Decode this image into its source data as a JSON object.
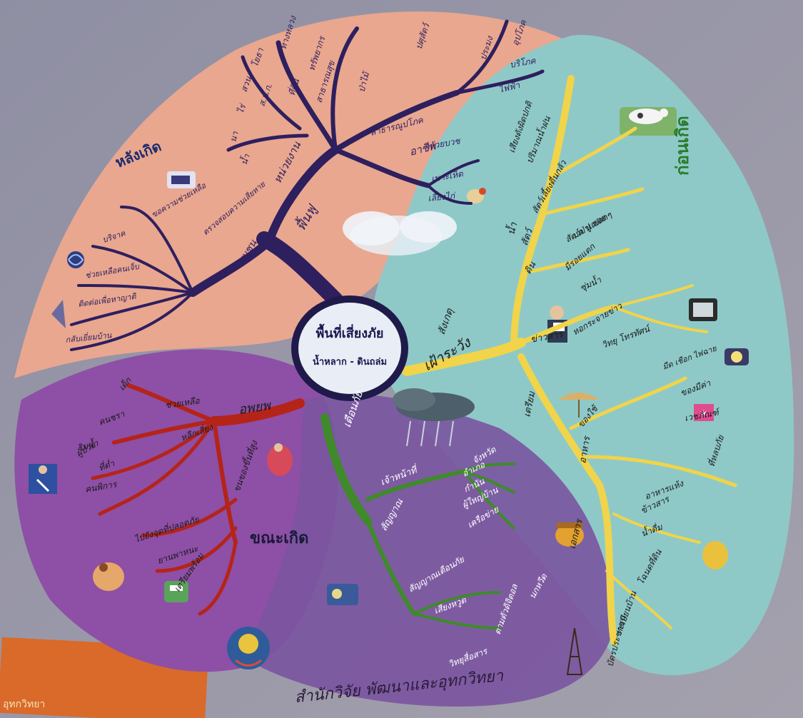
{
  "center": {
    "title": "พื้นที่เสี่ยงภัย",
    "subtitle": "น้ำหลาก - ดินถล่ม"
  },
  "quadrants": {
    "after": {
      "title": "หลังเกิด",
      "color": "#e9a78f",
      "branch_color": "#2e1f5e",
      "branches": [
        {
          "label": "ฟื้นฟู"
        },
        {
          "label": "หน่วยงาน"
        },
        {
          "label": "ชุมชน"
        },
        {
          "label": "อาชีพ"
        },
        {
          "label": "น้ำ"
        },
        {
          "label": "ไร่"
        },
        {
          "label": "นา"
        },
        {
          "label": "สวน"
        },
        {
          "label": "ส.ป.ก."
        },
        {
          "label": "ที่ดิน"
        },
        {
          "label": "ป่าไม้"
        },
        {
          "label": "ไฟฟ้า"
        },
        {
          "label": "บริโภค"
        },
        {
          "label": "อุปโภค"
        },
        {
          "label": "ประมง"
        },
        {
          "label": "ปศุสัตว์"
        },
        {
          "label": "โยธา"
        },
        {
          "label": "ทางหลวง"
        },
        {
          "label": "ทรัพยากร"
        },
        {
          "label": "สาธารณสุข"
        },
        {
          "label": "สาธารณูปโภค"
        },
        {
          "label": "กล้วยบวช"
        },
        {
          "label": "เพาะเห็ด"
        },
        {
          "label": "เลี้ยงไก่"
        },
        {
          "label": "ตรวจสอบความเสียหาย"
        },
        {
          "label": "ขอความช่วยเหลือ"
        },
        {
          "label": "บริจาค"
        },
        {
          "label": "ช่วยเหลือคนเจ็บ"
        },
        {
          "label": "ติดต่อเพื่อหาญาติ"
        },
        {
          "label": "กลับเยี่ยมบ้าน"
        }
      ]
    },
    "before": {
      "title": "ก่อนเกิด",
      "color": "#8ec9c8",
      "branch_color": "#f1d44a",
      "branches": [
        {
          "label": "เฝ้าระวัง"
        },
        {
          "label": "สังเกตุ"
        },
        {
          "label": "น้ำ"
        },
        {
          "label": "ปริมาณน้ำฝน"
        },
        {
          "label": "เสียงดังผิดปกติ"
        },
        {
          "label": "สัตว์"
        },
        {
          "label": "สัตว์เลี้ยงตื่นกลัว"
        },
        {
          "label": "มด ปู หอย"
        },
        {
          "label": "สัตว์ป่าแปลกๆ"
        },
        {
          "label": "ดิน"
        },
        {
          "label": "มีรอยแตก"
        },
        {
          "label": "ซุ่มน้ำ"
        },
        {
          "label": "ข่าวสาร"
        },
        {
          "label": "หอกระจายข่าว"
        },
        {
          "label": "วิทยุ โทรทัศน์"
        },
        {
          "label": "เตรียม"
        },
        {
          "label": "ของใช้"
        },
        {
          "label": "มีด เชือก ไฟฉาย"
        },
        {
          "label": "ของมีค่า"
        },
        {
          "label": "เวชภัณฑ์"
        },
        {
          "label": "ที่หลบภัย"
        },
        {
          "label": "อาหาร"
        },
        {
          "label": "อาหารแห้ง"
        },
        {
          "label": "ข้าวสาร"
        },
        {
          "label": "น้ำดื่ม"
        },
        {
          "label": "เอกสาร"
        },
        {
          "label": "โฉนดที่ดิน"
        },
        {
          "label": "ทะเบียนบ้าน"
        },
        {
          "label": "บัตรประชาชน"
        }
      ]
    },
    "during": {
      "title": "ขณะเกิด",
      "color": "#8e4fa6",
      "branch_color": "#b52419",
      "branches": [
        {
          "label": "อพยพ"
        },
        {
          "label": "ขนของขึ้นที่สูง"
        },
        {
          "label": "ช่วยเหลือ"
        },
        {
          "label": "เด็ก"
        },
        {
          "label": "คนชรา"
        },
        {
          "label": "ผู้ป่วย"
        },
        {
          "label": "คนพิการ"
        },
        {
          "label": "หลีกเลี่ยง"
        },
        {
          "label": "ที่ต่ำ"
        },
        {
          "label": "ริมน้ำ"
        },
        {
          "label": "ไปยังจุดที่ปลอดภัย"
        },
        {
          "label": "ยานพาหนะ"
        },
        {
          "label": "เตรียมพร้อม"
        }
      ]
    },
    "warning": {
      "title": "เตือนภัย",
      "color": "#7a54a0",
      "branch_color": "#3f8a2a",
      "branches": [
        {
          "label": "เตือนภัย"
        },
        {
          "label": "เจ้าหน้าที่"
        },
        {
          "label": "จังหวัด"
        },
        {
          "label": "อำเภอ"
        },
        {
          "label": "กำนัน"
        },
        {
          "label": "ผู้ใหญ่บ้าน"
        },
        {
          "label": "เครือข่าย"
        },
        {
          "label": "สัญญาณ"
        },
        {
          "label": "สัญญาณเตือนภัย"
        },
        {
          "label": "เสียงหวูด"
        },
        {
          "label": "นกหวีด"
        },
        {
          "label": "ตามตัวดิจิตอล"
        },
        {
          "label": "วิทยุสื่อสาร"
        }
      ]
    }
  },
  "footer": {
    "text": "สำนักวิจัย พัฒนาและอุทกวิทยา"
  },
  "corner_text": "อุทกวิทยา"
}
